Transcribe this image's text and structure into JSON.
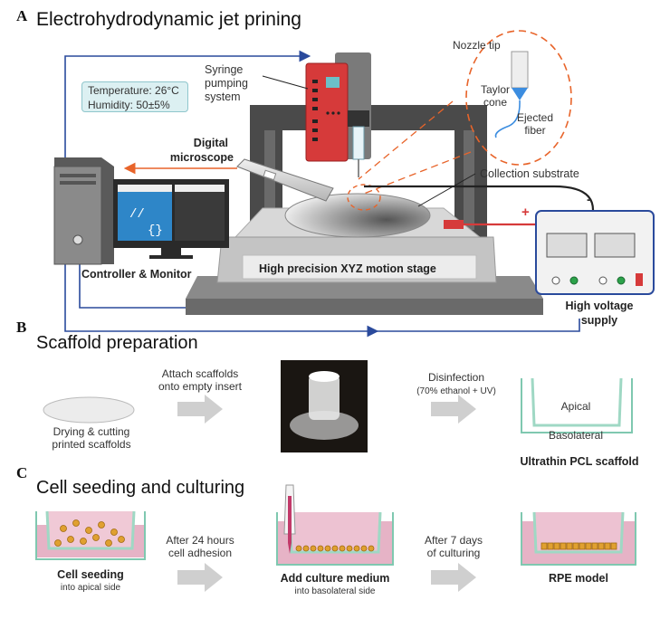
{
  "panels": {
    "a": {
      "letter": "A",
      "title": "Electrohydrodynamic jet prining",
      "nozzle_tip": "Nozzle tip",
      "taylor_cone_1": "Taylor",
      "taylor_cone_2": "cone",
      "ejected_1": "Ejected",
      "ejected_2": "fiber",
      "syringe_1": "Syringe",
      "syringe_2": "pumping",
      "syringe_3": "system",
      "temperature": "Temperature: 26°C",
      "humidity": "Humidity: 50±5%",
      "microscope_1": "Digital",
      "microscope_2": "microscope",
      "collection": "Collection substrate",
      "stage": "High precision XYZ motion stage",
      "controller": "Controller & Monitor",
      "hv_1": "High voltage",
      "hv_2": "supply",
      "plus": "+",
      "minus": "-"
    },
    "b": {
      "letter": "B",
      "title": "Scaffold preparation",
      "step1_1": "Drying & cutting",
      "step1_2": "printed scaffolds",
      "arrow1_1": "Attach scaffolds",
      "arrow1_2": "onto empty insert",
      "arrow2_1": "Disinfection",
      "arrow2_2": "(70% ethanol + UV)",
      "apical": "Apical",
      "basolateral": "Basolateral",
      "result": "Ultrathin PCL scaffold"
    },
    "c": {
      "letter": "C",
      "title": "Cell seeding and culturing",
      "step1": "Cell seeding",
      "step1_sub": "into apical side",
      "arrow1_1": "After 24 hours",
      "arrow1_2": "cell adhesion",
      "step2": "Add culture medium",
      "step2_sub": "into basolateral side",
      "arrow2_1": "After 7 days",
      "arrow2_2": "of culturing",
      "step3": "RPE model"
    }
  },
  "colors": {
    "blue_line": "#2a4a9c",
    "orange": "#e8642a",
    "red_pump": "#d63a3a",
    "frame": "#4a4a4a",
    "medium": "#e6b3c6",
    "insert": "#9fd8c4",
    "cell": "#e0a030",
    "arrow_gray": "#cfcfcf"
  }
}
